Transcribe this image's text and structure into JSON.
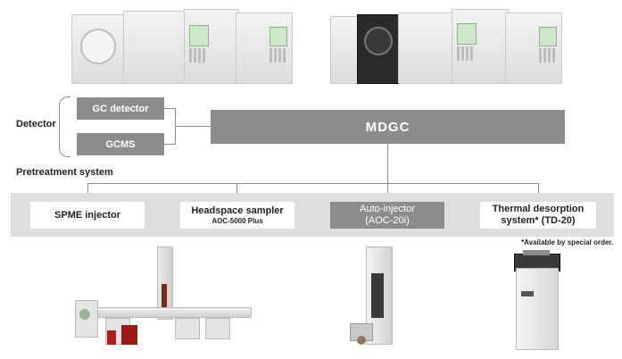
{
  "labels": {
    "detector": "Detector",
    "pretreatment": "Pretreatment system",
    "footnote": "*Available by special order."
  },
  "detectors": [
    {
      "label": "GC detector"
    },
    {
      "label": "GCMS"
    }
  ],
  "mdgc": {
    "label": "MDGC"
  },
  "pretreatment_items": [
    {
      "label": "SPME injector",
      "sub": ""
    },
    {
      "label": "Headspace sampler",
      "sub": "AOC-5000 Plus"
    },
    {
      "label": "Auto-injector",
      "sub": "(AOC-20i)"
    },
    {
      "label": "Thermal desorption",
      "sub": "system* (TD-20)"
    }
  ],
  "colors": {
    "box_gray": "#8c8c8c",
    "strip": "#dedede",
    "connector": "#8a8a8a"
  }
}
